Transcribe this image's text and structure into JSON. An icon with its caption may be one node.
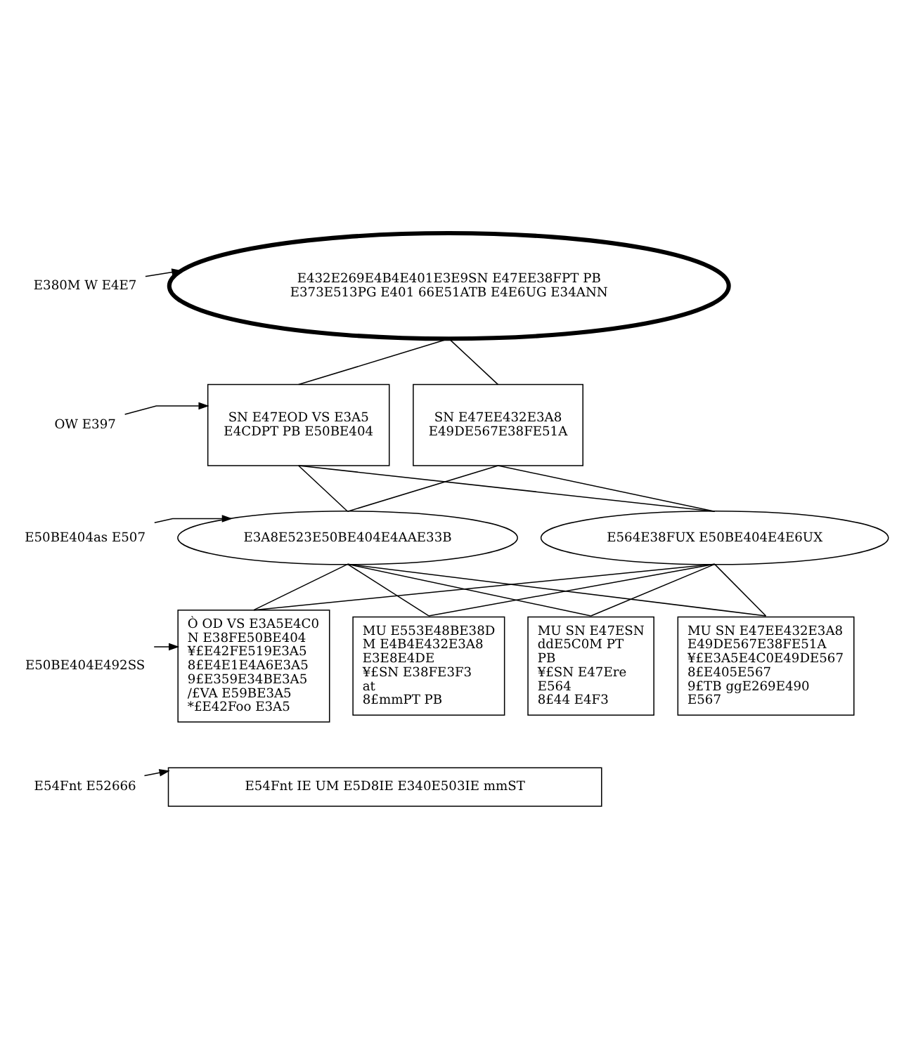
{
  "diagram": {
    "nodes": [
      {
        "text": [
          "E380M W E4E7"
        ]
      },
      {
        "text": [
          "E432E269E4B4E401E3E9SN E47EE38FPT PB E373E513PG E401 66E51ATB E4E6UG E34ANN"
        ]
      },
      {
        "text": [
          "OW E397"
        ]
      },
      {
        "text": [
          "SN E47EOD VS E3A5 E4CDPT PB E50BE404"
        ]
      },
      {
        "text": [
          "SN E47EE432E3A8 E49DE567E38FE51A"
        ]
      },
      {
        "text": [
          "E50BE404as E507"
        ]
      },
      {
        "text": [
          "E3A8E523E50BE404E4AAE33B"
        ]
      },
      {
        "text": [
          "E564E38FUX E50BE404E4E6UX"
        ]
      },
      {
        "text": [
          "E50BE404E492SS"
        ]
      },
      {
        "text": [
          "Ò OD VS E3A5E4C0",
          "N E38FE50BE404",
          "¥£E42FE519E3A5",
          "8£E4E1E4A6E3A5",
          "9£E359E34BE3A5",
          "/£VA E59BE3A5",
          "*£E42Foo E3A5"
        ]
      },
      {
        "text": [
          "MU E553E48BE38D",
          "M E4B4E432E3A8",
          "E3E8E4DE",
          "¥£SN E38FE3F3 at",
          "8£mmPT PB"
        ]
      },
      {
        "text": [
          "MU SN E47ESN",
          "ddE5C0M PT PB",
          "¥£SN E47Ere E564",
          "8£44 E4F3"
        ]
      },
      {
        "text": [
          "MU SN E47EE432E3A8 E49DE567E38FE51A",
          "¥£E3A5E4C0E49DE567",
          "8£E405E567",
          "9£TB ggE269E490 E567"
        ]
      },
      {
        "text": [
          "E54Fnt E52666"
        ]
      },
      {
        "text": [
          "E54Fnt IE UM E5D8IE E340E503IE mmST"
        ]
      }
    ],
    "edges": [
      {
        "from": 0,
        "to": 1,
        "arrow": "to"
      },
      {
        "from": 1,
        "to": 3,
        "arrow": "none"
      },
      {
        "from": 1,
        "to": 4,
        "arrow": "none"
      },
      {
        "from": 2,
        "to": 3,
        "arrow": "to"
      },
      {
        "from": 3,
        "to": 6,
        "arrow": "none"
      },
      {
        "from": 3,
        "to": 7,
        "arrow": "none"
      },
      {
        "from": 4,
        "to": 6,
        "arrow": "none"
      },
      {
        "from": 4,
        "to": 7,
        "arrow": "none"
      },
      {
        "from": 5,
        "to": 6,
        "arrow": "to"
      },
      {
        "from": 6,
        "to": 9,
        "arrow": "none"
      },
      {
        "from": 6,
        "to": 10,
        "arrow": "none"
      },
      {
        "from": 6,
        "to": 11,
        "arrow": "none"
      },
      {
        "from": 6,
        "to": 12,
        "arrow": "none"
      },
      {
        "from": 7,
        "to": 9,
        "arrow": "none"
      },
      {
        "from": 7,
        "to": 10,
        "arrow": "none"
      },
      {
        "from": 7,
        "to": 11,
        "arrow": "none"
      },
      {
        "from": 7,
        "to": 12,
        "arrow": "none"
      },
      {
        "from": 8,
        "to": 9,
        "arrow": "to"
      },
      {
        "from": 13,
        "to": 14,
        "arrow": "to"
      }
    ]
  }
}
